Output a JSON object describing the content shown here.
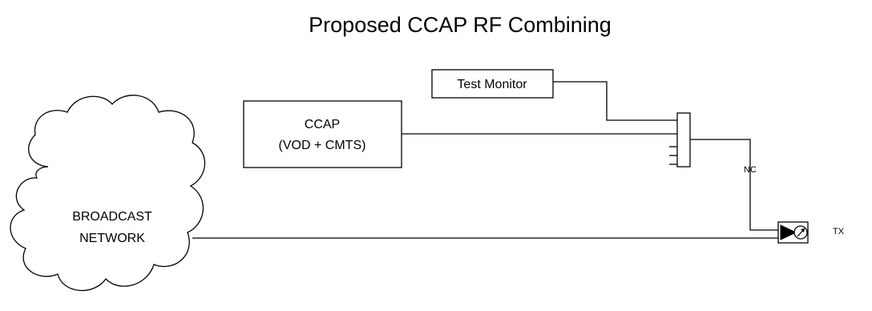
{
  "title": "Proposed CCAP RF Combining",
  "nodes": {
    "test_monitor": {
      "label": "Test Monitor"
    },
    "ccap": {
      "line1": "CCAP",
      "line2": "(VOD + CMTS)"
    },
    "broadcast_network": {
      "line1": "BROADCAST",
      "line2": "NETWORK"
    },
    "transmitter": {
      "label": "TX"
    }
  },
  "edges": {
    "nc_label": "NC"
  },
  "icons": {
    "combiner": "rf-combiner-icon",
    "amplifier": "amplifier-triangle-icon",
    "dial": "dial-gauge-icon",
    "cloud": "cloud-icon"
  }
}
